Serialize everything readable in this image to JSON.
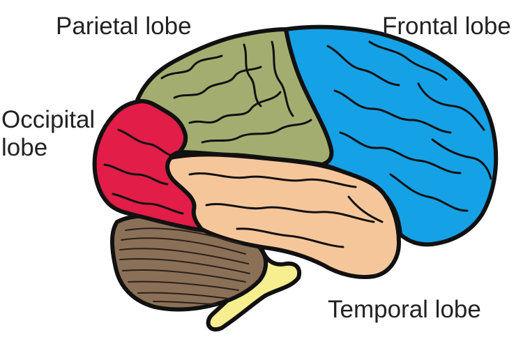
{
  "labels": {
    "parietal": "Parietal lobe",
    "frontal": "Frontal lobe",
    "occipital_line1": "Occipital",
    "occipital_line2": "lobe",
    "temporal": "Temporal lobe"
  },
  "colors": {
    "parietal": "#a3ad70",
    "frontal": "#15a1e6",
    "occipital": "#e11d48",
    "temporal": "#f6c69b",
    "cerebellum": "#8a7057",
    "brainstem": "#f6ee8f",
    "outline": "#111111",
    "text": "#222222"
  }
}
